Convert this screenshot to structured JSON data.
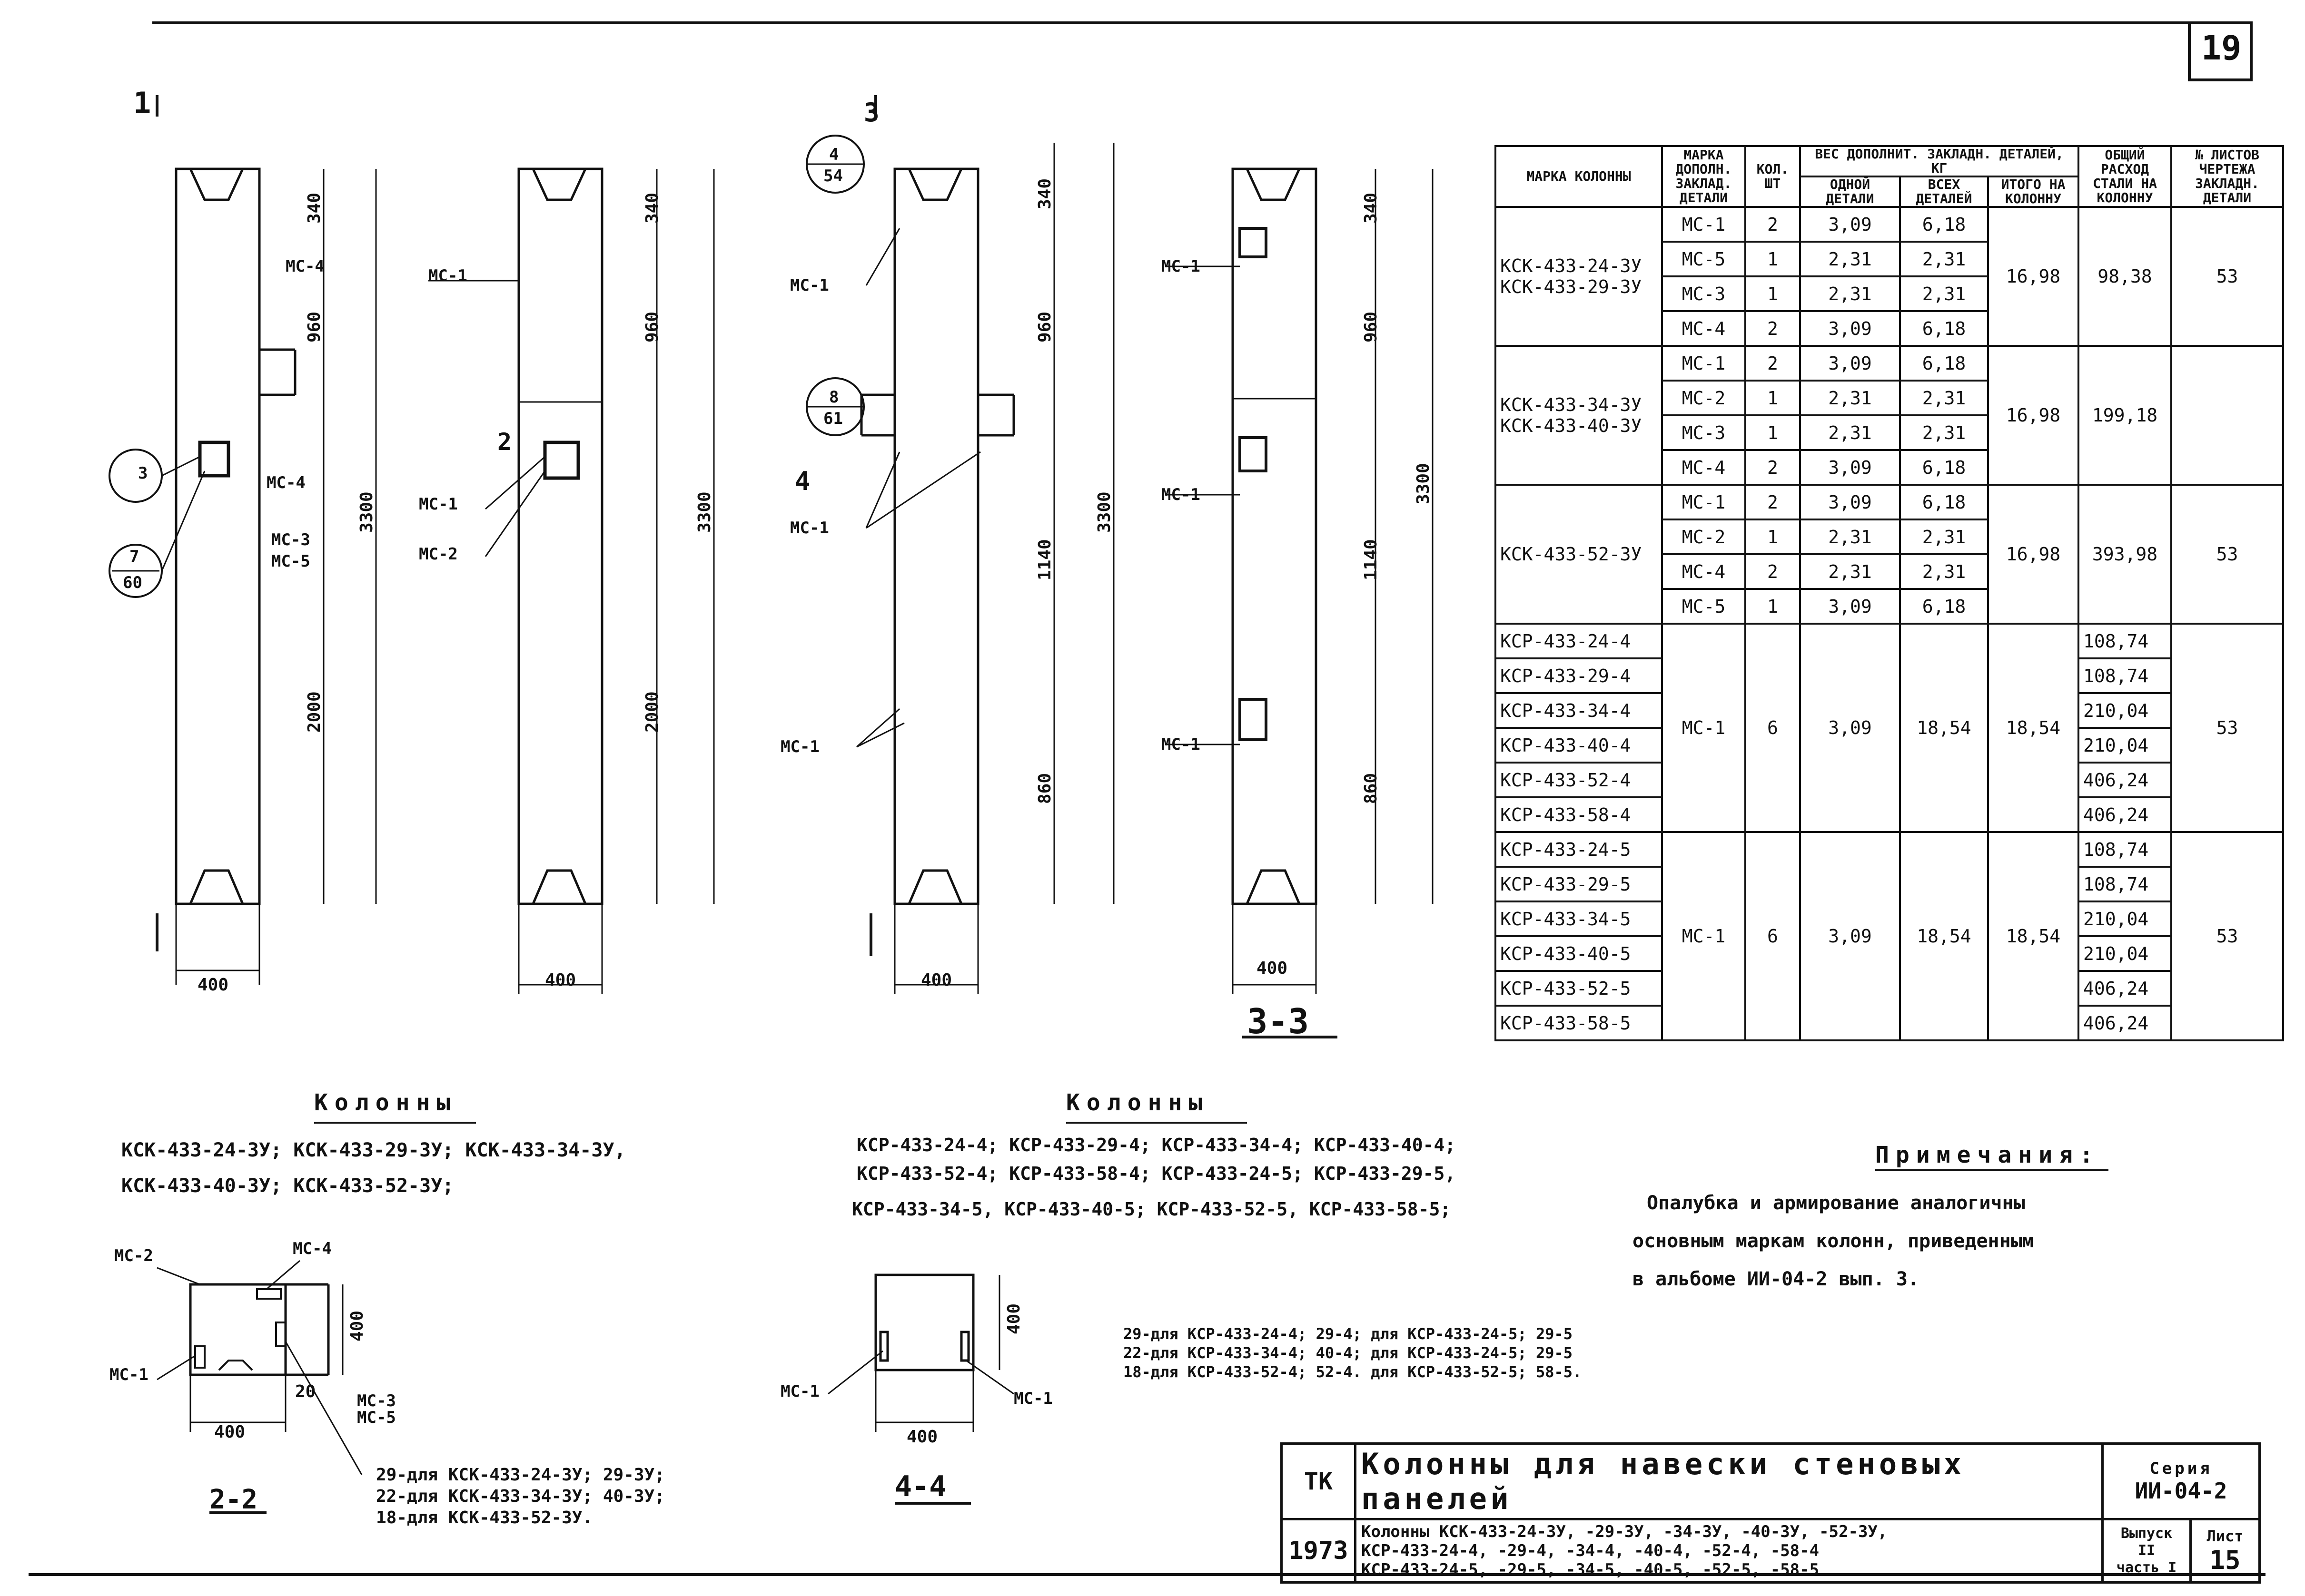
{
  "sheet_number": "19",
  "elevations": {
    "col1": {
      "cut_mark": "1",
      "section_circle_1": "3",
      "section_circle_2": "7",
      "section_circle_2_ref": "60",
      "dim_top": "340",
      "dim_mid": "960",
      "dim_bottom": "2000",
      "dim_total": "3300",
      "dim_width": "400",
      "labels": [
        "МС-4",
        "МС-4",
        "МС-3",
        "МС-5"
      ]
    },
    "col2": {
      "cut_mark": "2",
      "dim_top": "340",
      "dim_mid": "960",
      "dim_bottom": "2000",
      "dim_total": "3300",
      "dim_width": "400",
      "labels": [
        "МС-1",
        "МС-1",
        "МС-2"
      ]
    },
    "col3": {
      "cut_mark": "3",
      "cut_mark_4": "4",
      "circle_a": "4",
      "circle_a_ref": "54",
      "circle_b": "8",
      "circle_b_ref": "61",
      "dim_top": "340",
      "dim_mid": "960",
      "dim_low": "1140",
      "dim_bottom": "860",
      "dim_total": "3300",
      "dim_width": "400",
      "labels": [
        "МС-1",
        "МС-1",
        "МС-1"
      ]
    },
    "col4": {
      "dim_top": "340",
      "dim_mid": "960",
      "dim_low": "1140",
      "dim_bottom": "860",
      "dim_total": "3300",
      "dim_width": "400",
      "section_title": "3-3",
      "labels": [
        "МС-1",
        "МС-1",
        "МС-1"
      ]
    }
  },
  "spec_table": {
    "headers": [
      "МАРКА КОЛОННЫ",
      "МАРКА ДОПОЛН. ЗАКЛАД. ДЕТАЛИ",
      "КОЛ. ШТ",
      "ВЕС ДОПОЛНИТ. ЗАКЛАДН. ДЕТАЛЕЙ, КГ",
      "ОДНОЙ ДЕТАЛИ",
      "ВСЕХ ДЕТАЛЕЙ",
      "ИТОГО НА КОЛОННУ",
      "ОБЩИЙ РАСХОД СТАЛИ НА КОЛОННУ",
      "№ ЛИСТОВ ЧЕРТЕЖА ЗАКЛАДН. ДЕТАЛИ"
    ],
    "groups": [
      {
        "marks": [
          "КСК-433-24-3У",
          "КСК-433-29-3У"
        ],
        "rows": [
          [
            "МС-1",
            "2",
            "3,09",
            "6,18"
          ],
          [
            "МС-5",
            "1",
            "2,31",
            "2,31"
          ],
          [
            "МС-3",
            "1",
            "2,31",
            "2,31"
          ],
          [
            "МС-4",
            "2",
            "3,09",
            "6,18"
          ]
        ],
        "total": "16,98",
        "steel": [
          "98,38"
        ],
        "sheet": "53"
      },
      {
        "marks": [
          "КСК-433-34-3У",
          "КСК-433-40-3У"
        ],
        "rows": [
          [
            "МС-1",
            "2",
            "3,09",
            "6,18"
          ],
          [
            "МС-2",
            "1",
            "2,31",
            "2,31"
          ],
          [
            "МС-3",
            "1",
            "2,31",
            "2,31"
          ],
          [
            "МС-4",
            "2",
            "3,09",
            "6,18"
          ]
        ],
        "total": "16,98",
        "steel": [
          "199,18"
        ],
        "sheet": ""
      },
      {
        "marks": [
          "КСК-433-52-3У"
        ],
        "rows": [
          [
            "МС-1",
            "2",
            "3,09",
            "6,18"
          ],
          [
            "МС-2",
            "1",
            "2,31",
            "2,31"
          ],
          [
            "МС-4",
            "2",
            "2,31",
            "2,31"
          ],
          [
            "МС-5",
            "1",
            "3,09",
            "6,18"
          ]
        ],
        "total": "16,98",
        "steel": [
          "393,98"
        ],
        "sheet": "53"
      },
      {
        "marks": [
          "КСР-433-24-4",
          "КСР-433-29-4",
          "КСР-433-34-4",
          "КСР-433-40-4",
          "КСР-433-52-4",
          "КСР-433-58-4"
        ],
        "rows": [
          [
            "МС-1",
            "6",
            "3,09",
            "18,54"
          ]
        ],
        "total": "18,54",
        "steel": [
          "108,74",
          "108,74",
          "210,04",
          "210,04",
          "406,24",
          "406,24"
        ],
        "sheet": "53"
      },
      {
        "marks": [
          "КСР-433-24-5",
          "КСР-433-29-5",
          "КСР-433-34-5",
          "КСР-433-40-5",
          "КСР-433-52-5",
          "КСР-433-58-5"
        ],
        "rows": [
          [
            "МС-1",
            "6",
            "3,09",
            "18,54"
          ]
        ],
        "total": "18,54",
        "steel": [
          "108,74",
          "108,74",
          "210,04",
          "210,04",
          "406,24",
          "406,24"
        ],
        "sheet": "53"
      }
    ]
  },
  "caption_left": {
    "title": "Колонны",
    "line1": "КСК-433-24-3У; КСК-433-29-3У; КСК-433-34-3У,",
    "line2": "КСК-433-40-3У; КСК-433-52-3У;"
  },
  "caption_mid": {
    "title": "Колонны",
    "line1": "КСР-433-24-4; КСР-433-29-4; КСР-433-34-4; КСР-433-40-4;",
    "line2": "КСР-433-52-4; КСР-433-58-4; КСР-433-24-5; КСР-433-29-5,",
    "line3": "КСР-433-34-5, КСР-433-40-5; КСР-433-52-5, КСР-433-58-5;"
  },
  "notes": {
    "title": "Примечания:",
    "line1": "Опалубка и армирование аналогичны",
    "line2": "основным маркам колонн, приведенным",
    "line3": "в альбоме ИИ-04-2 вып. 3."
  },
  "section22": {
    "title": "2-2",
    "labels": [
      "МС-2",
      "МС-4",
      "МС-1",
      "МС-3",
      "МС-5"
    ],
    "dims": [
      "400",
      "400",
      "20"
    ],
    "note1": "29-для КСК-433-24-3У; 29-3У;",
    "note2": "22-для КСК-433-34-3У; 40-3У;",
    "note3": "18-для КСК-433-52-3У."
  },
  "section44": {
    "title": "4-4",
    "labels": [
      "МС-1",
      "МС-1"
    ],
    "dims": [
      "400",
      "400"
    ],
    "note1": "29-для КСР-433-24-4; 29-4; для КСР-433-24-5; 29-5",
    "note2": "22-для КСР-433-34-4; 40-4; для КСР-433-24-5; 29-5",
    "note3": "18-для КСР-433-52-4; 52-4. для КСР-433-52-5; 58-5."
  },
  "stamp": {
    "org": "ТК",
    "year": "1973",
    "title": "Колонны для навески стеновых панелей",
    "series_label": "Серия",
    "series": "ИИ-04-2",
    "desc1": "Колонны КСК-433-24-3У, -29-3У, -34-3У, -40-3У, -52-3У,",
    "desc2": "КСР-433-24-4, -29-4, -34-4, -40-4, -52-4, -58-4",
    "desc3": "КСР-433-24-5, -29-5, -34-5, -40-5, -52-5, -58-5",
    "issue_label": "Выпуск",
    "issue": "II",
    "part": "часть I",
    "sheet_label": "Лист",
    "sheet": "15"
  }
}
